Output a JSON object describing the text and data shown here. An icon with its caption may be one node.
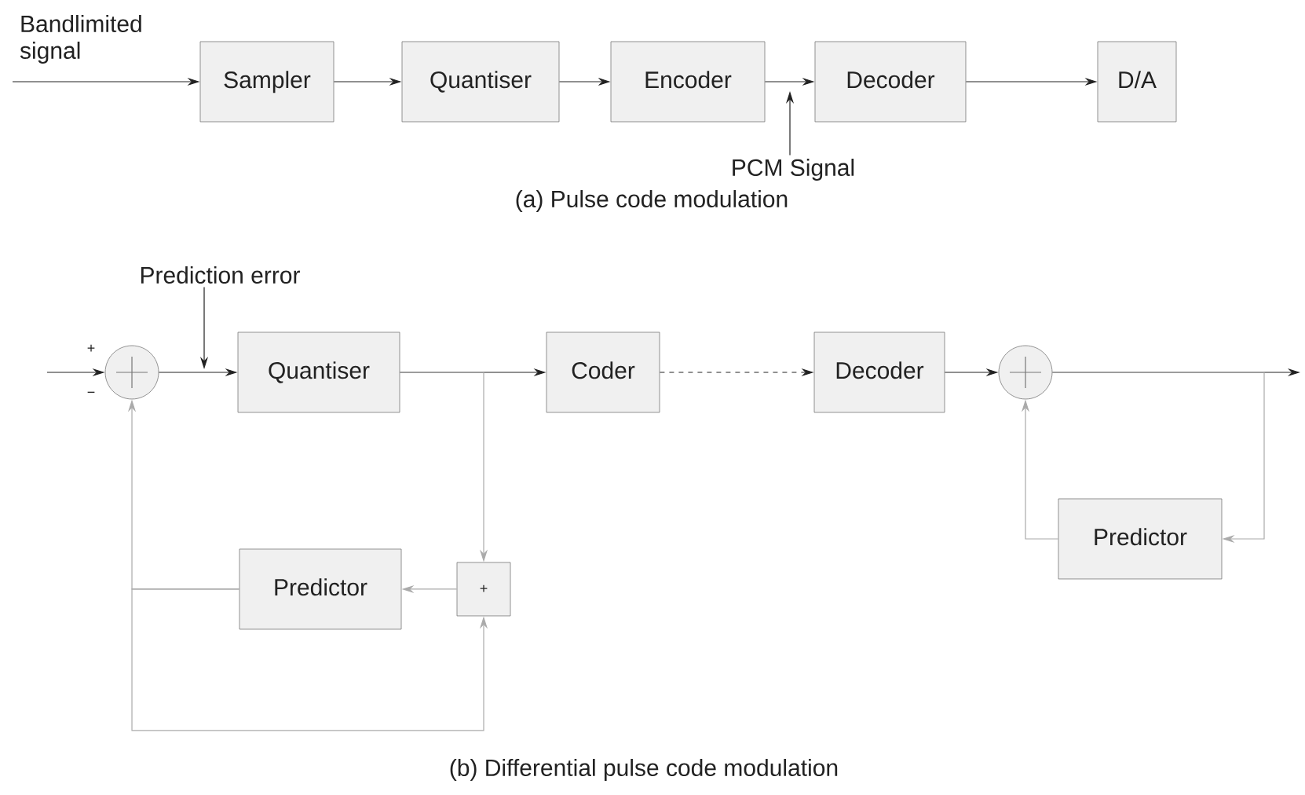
{
  "diagram": {
    "nodes": [
      {
        "text": [
          "Sampler"
        ]
      },
      {
        "text": [
          "Quantiser"
        ]
      },
      {
        "text": [
          "Encoder"
        ]
      },
      {
        "text": [
          "Decoder"
        ]
      },
      {
        "text": [
          "D/A"
        ]
      },
      {
        "text": [
          "PCM Signal"
        ]
      },
      {
        "text": [
          "Prediction error"
        ]
      },
      {
        "text": [],
        "shape": "circle",
        "beside": [
          "+",
          "−"
        ]
      },
      {
        "text": [
          "Quantiser"
        ]
      },
      {
        "text": [
          "Coder"
        ]
      },
      {
        "text": [
          "Decoder"
        ]
      },
      {
        "text": [],
        "shape": "circle"
      },
      {
        "text": [
          "Predictor"
        ]
      },
      {
        "text": [
          "Predictor"
        ]
      },
      {
        "text": [
          "+"
        ]
      }
    ],
    "edges": [
      {
        "from": null,
        "to": 0,
        "arrow": "to",
        "label": "Bandlimited signal"
      },
      {
        "from": 0,
        "to": 1,
        "arrow": "to"
      },
      {
        "from": 1,
        "to": 2,
        "arrow": "to"
      },
      {
        "from": 2,
        "to": 3,
        "arrow": "to"
      },
      {
        "from": 3,
        "to": 4,
        "arrow": "to"
      },
      {
        "from": 5,
        "to": null,
        "arrow": "to"
      },
      {
        "from": null,
        "to": 7,
        "arrow": "to"
      },
      {
        "from": 7,
        "to": 8,
        "arrow": "to"
      },
      {
        "from": 6,
        "to": null,
        "arrow": "to"
      },
      {
        "from": 8,
        "to": 9,
        "arrow": "to"
      },
      {
        "from": 9,
        "to": 10,
        "arrow": "to",
        "style": "dashed"
      },
      {
        "from": 10,
        "to": 11,
        "arrow": "to"
      },
      {
        "from": 11,
        "to": null,
        "arrow": "to"
      },
      {
        "from": 8,
        "to": 14,
        "arrow": "to",
        "color": "#aaaaaa"
      },
      {
        "from": 14,
        "to": 13,
        "arrow": "to",
        "color": "#aaaaaa"
      },
      {
        "from": 13,
        "to": 7,
        "arrow": "to",
        "color": "#aaaaaa"
      },
      {
        "from": 13,
        "to": 14,
        "arrow": "to",
        "color": "#aaaaaa"
      },
      {
        "from": 11,
        "to": 12,
        "arrow": "to",
        "color": "#aaaaaa"
      },
      {
        "from": 12,
        "to": 11,
        "arrow": "to",
        "color": "#aaaaaa"
      }
    ],
    "labels": [
      "(a) Pulse code modulation",
      "(b) Differential pulse code modulation"
    ]
  }
}
